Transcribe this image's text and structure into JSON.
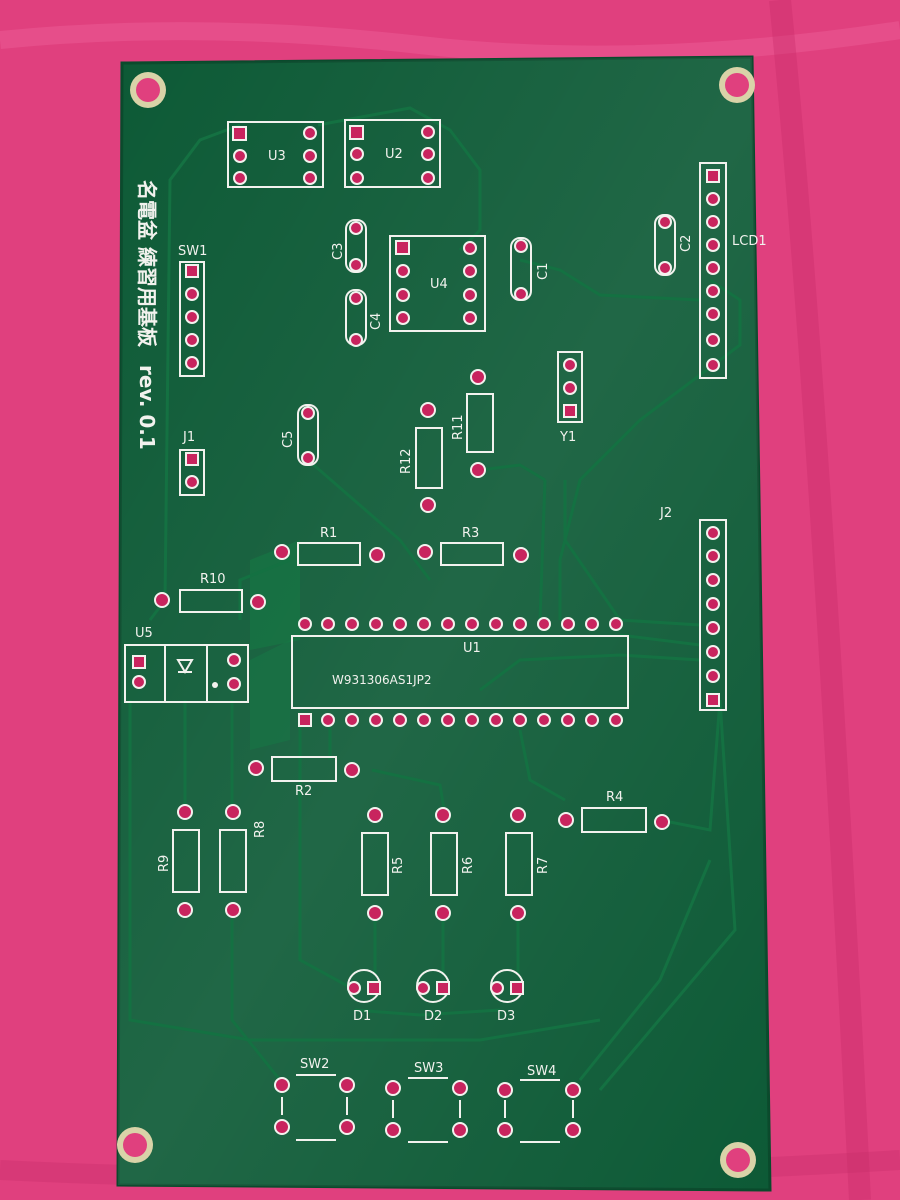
{
  "board": {
    "title_line1": "名電盆 練習用基板",
    "title_line2": "rev. 0.1",
    "chip_marking": "W931306AS1JP2"
  },
  "components": {
    "U1": "U1",
    "U2": "U2",
    "U3": "U3",
    "U4": "U4",
    "U5": "U5",
    "SW1": "SW1",
    "SW2": "SW2",
    "SW3": "SW3",
    "SW4": "SW4",
    "J1": "J1",
    "J2": "J2",
    "LCD1": "LCD1",
    "Y1": "Y1",
    "C1": "C1",
    "C2": "C2",
    "C3": "C3",
    "C4": "C4",
    "C5": "C5",
    "R1": "R1",
    "R2": "R2",
    "R3": "R3",
    "R4": "R4",
    "R5": "R5",
    "R6": "R6",
    "R7": "R7",
    "R8": "R8",
    "R9": "R9",
    "R10": "R10",
    "R11": "R11",
    "R12": "R12",
    "D1": "D1",
    "D2": "D2",
    "D3": "D3"
  },
  "colors": {
    "background": "#e0407e",
    "board": "#0d5a36",
    "silkscreen": "#f2f2ee",
    "pad": "#c8245e"
  }
}
